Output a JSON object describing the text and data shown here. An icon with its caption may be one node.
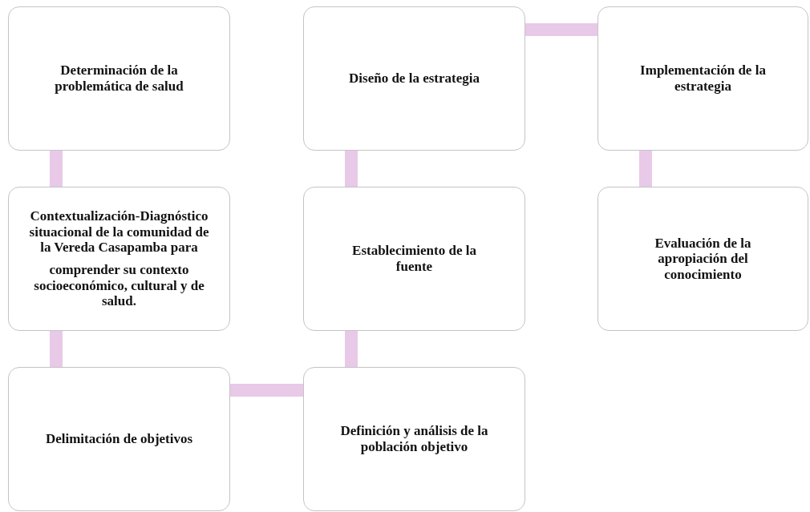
{
  "diagram": {
    "nodes": [
      {
        "text": [
          "Determinación de la problemática de salud"
        ]
      },
      {
        "text": [
          "Contextualización-Diagnóstico situacional de la comunidad de la Vereda Casapamba para",
          "comprender su contexto socioeconómico, cultural y de salud."
        ]
      },
      {
        "text": [
          "Delimitación de objetivos"
        ]
      },
      {
        "text": [
          "Definición y análisis de la población objetivo"
        ]
      },
      {
        "text": [
          "Establecimiento de la fuente"
        ]
      },
      {
        "text": [
          "Diseño de la estrategia"
        ]
      },
      {
        "text": [
          "Implementación de la estrategia"
        ]
      },
      {
        "text": [
          "Evaluación de la apropiación del conocimiento"
        ]
      }
    ],
    "edges": [
      {
        "from": 0,
        "to": 1,
        "arrow": "none"
      },
      {
        "from": 1,
        "to": 2,
        "arrow": "none"
      },
      {
        "from": 2,
        "to": 3,
        "arrow": "none"
      },
      {
        "from": 3,
        "to": 4,
        "arrow": "none"
      },
      {
        "from": 4,
        "to": 5,
        "arrow": "none"
      },
      {
        "from": 5,
        "to": 6,
        "arrow": "none"
      },
      {
        "from": 6,
        "to": 7,
        "arrow": "none"
      }
    ]
  }
}
